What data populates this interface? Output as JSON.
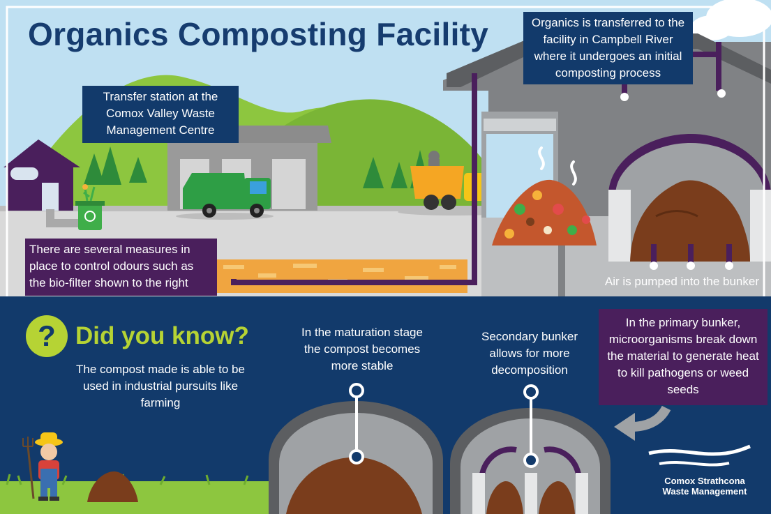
{
  "title": "Organics Composting Facility",
  "callouts": {
    "transfer_station": "Transfer station at the Comox Valley Waste Management Centre",
    "organics_transfer": "Organics is transferred to the facility in Campbell River where it undergoes an initial composting process",
    "odour_control": "There are several measures in place to control odours such as the bio-filter shown to the right",
    "air_pumped": "Air is pumped into the bunker",
    "primary_bunker": "In the primary bunker, microorganisms break down the material to generate heat to kill pathogens or weed seeds",
    "secondary_bunker": "Secondary bunker allows for more decomposition",
    "maturation": "In the maturation stage the compost becomes more stable"
  },
  "did_you_know": {
    "icon": "question-mark-icon",
    "symbol": "?",
    "heading": "Did you know?",
    "body": "The compost made is able to be used in industrial pursuits like farming"
  },
  "logo": {
    "line1": "Comox Strathcona",
    "line2": "Waste Management"
  },
  "colors": {
    "navy": "#123a6b",
    "purple": "#4a1f5c",
    "lime": "#b6d334",
    "sky": "#bfe0f2",
    "grass": "#8dc63f",
    "compost": "#7a3d1c"
  }
}
